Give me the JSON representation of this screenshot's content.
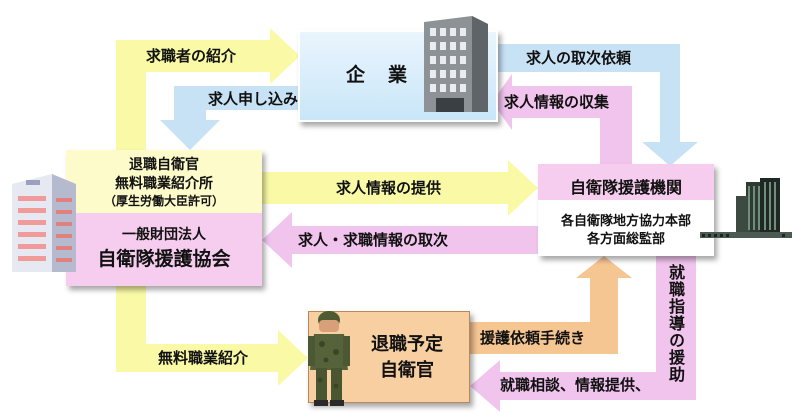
{
  "company": {
    "title": "企　業"
  },
  "employment_office": {
    "line1": "退職自衛官",
    "line2": "無料職業紹介所",
    "line3": "（厚生労働大臣許可）",
    "line4": "一般財団法人",
    "line5": "自衛隊援護協会"
  },
  "agency": {
    "title": "自衛隊援護機関",
    "line1": "各自衛隊地方協力本部",
    "line2": "各方面総監部"
  },
  "retiree": {
    "line1": "退職予定",
    "line2": "自衛官"
  },
  "flows": {
    "job_seeker_intro": "求職者の紹介",
    "job_application": "求人申し込み",
    "job_referral_request": "求人の取次依頼",
    "job_info_collection": "求人情報の収集",
    "job_info_provision": "求人情報の提供",
    "job_seek_info_relay": "求人・求職情報の取次",
    "free_job_placement": "無料職業紹介",
    "support_request": "援護依頼手続き",
    "consultation": "就職相談、情報提供、",
    "guidance": "就職指導の援助"
  },
  "colors": {
    "yellow_arrow": "#fafaa6",
    "blue_arrow": "#c8e2f5",
    "pink_arrow": "#f1c4ee",
    "orange_arrow": "#f5c592"
  }
}
